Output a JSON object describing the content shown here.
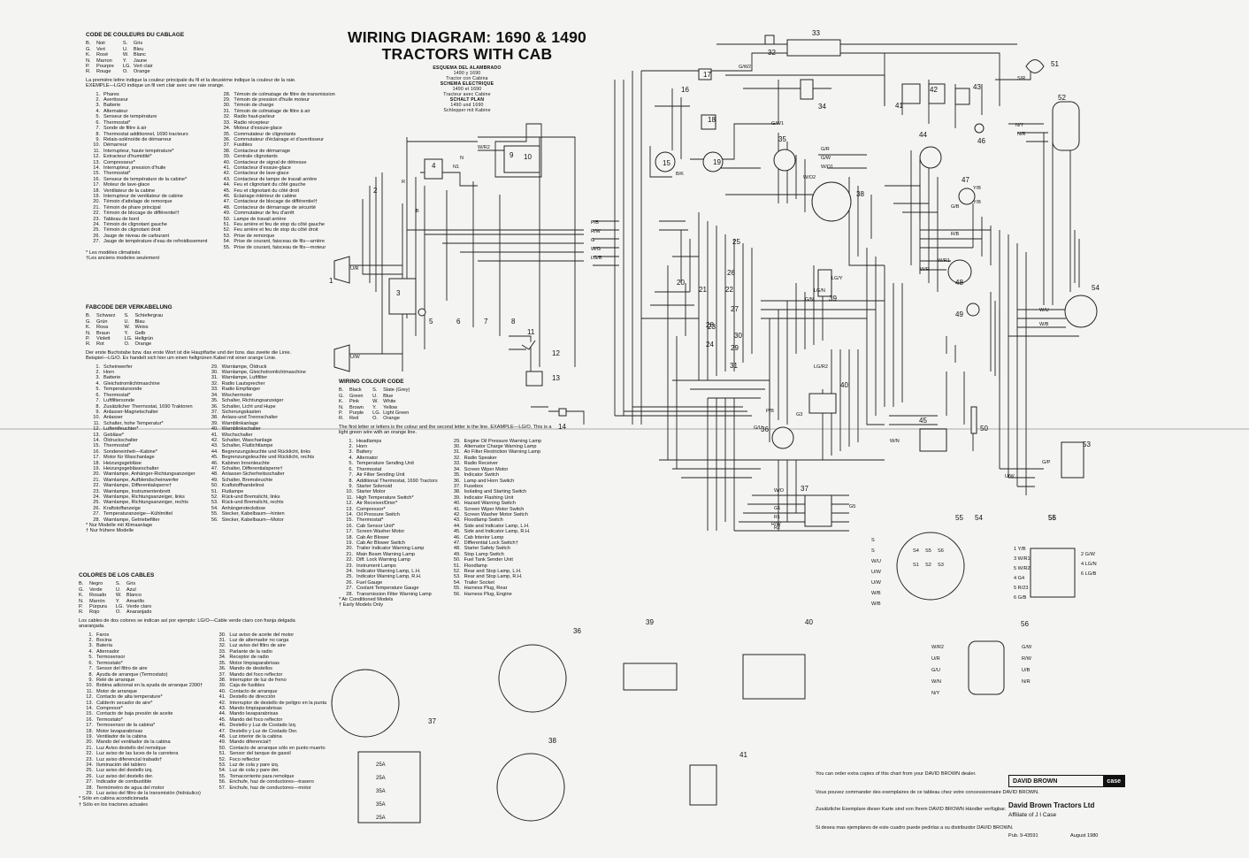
{
  "title": {
    "line1": "WIRING DIAGRAM: 1690 & 1490",
    "line2": "TRACTORS WITH CAB",
    "es_head": "ESQUEMA DEL ALAMBRADO",
    "es_sub1": "1490 y 1690",
    "es_sub2": "Tractor con Cabina",
    "fr_head": "SCHEMA ELECTRIQUE",
    "fr_sub1": "1490 et 1690",
    "fr_sub2": "Tracteur avec Cabine",
    "de_head": "SCHALT PLAN",
    "de_sub1": "1490 und 1690",
    "de_sub2": "Schlepper mit Kabine"
  },
  "french": {
    "heading": "CODE DE COULEURS DU CABLAGE",
    "colours_a": [
      [
        "B.",
        "Noir"
      ],
      [
        "G.",
        "Vert"
      ],
      [
        "K.",
        "Rosé"
      ],
      [
        "N.",
        "Marron"
      ],
      [
        "P.",
        "Pourpre"
      ],
      [
        "R.",
        "Rouge"
      ]
    ],
    "colours_b": [
      [
        "S.",
        "Gris"
      ],
      [
        "U.",
        "Bleu"
      ],
      [
        "W.",
        "Blanc"
      ],
      [
        "Y.",
        "Jaune"
      ],
      [
        "LG.",
        "Vert clair"
      ],
      [
        "O.",
        "Orange"
      ]
    ],
    "note": "La première lettre indique la couleur principale du fil et la deuxième indique la couleur de la raie. EXEMPLE—LG/O indique un fil vert clair avec une raie orange.",
    "items_a": [
      "Phares",
      "Avertisseur",
      "Batterie",
      "Alternateur",
      "Senseur de température",
      "Thermostat*",
      "Sonde de filtre à air",
      "Thermostat additionnel, 1690 tracteurs",
      "Relais-solénoïde de démarreur",
      "Démarreur",
      "Interrupteur, haute température*",
      "Extracteur d'humidité*",
      "Compresseur*",
      "Interrupteur, pression d'huile",
      "Thermostat*",
      "Senseur de température de la cabine*",
      "Moteur de lave-glace",
      "Ventilateur de la cabine",
      "Interrupteur de ventilateur de cabine",
      "Témoin d'attelage de remorque",
      "Témoin de phare principal",
      "Témoin de blocage de différentiel†",
      "Tableau de bord",
      "Témoin de clignotant gauche",
      "Témoin de clignotant droit",
      "Jauge de niveau de carburant",
      "Jauge de température d'eau de refroidissement"
    ],
    "items_b": [
      "Témoin de colmatage de filtre de transmission",
      "Témoin de pression d'huile moteur",
      "Témoin de charge",
      "Témoin de colmatage de filtre à air",
      "Radio haut-parleur",
      "Radio récepteur",
      "Moteur d'essuie-glace",
      "Commutateur de clignotants",
      "Commutateur d'éclairage et d'avertisseur",
      "Fusibles",
      "Contacteur de démarrage",
      "Centrale clignotants",
      "Contacteur de signal de détresse",
      "Contacteur d'essuie-glace",
      "Contacteur de lave-glace",
      "Contacteur de lampe de travail arrière",
      "Feu et clignotant du côté gauche",
      "Feu et clignotant du côté droit",
      "Eclairage intérieur de cabine",
      "Contacteur de blocage de différentiel†",
      "Contacteur de démarrage de sécurité",
      "Commutateur de feu d'arrêt",
      "Lampe de travail arrière",
      "Feu arrière et feu de stop du côté gauche",
      "Feu arrière et feu de stop du côté droit",
      "Prise de remorque",
      "Prise de courant, faisceau de fils—arrière",
      "Prise de courant, faisceau de fils—moteur"
    ],
    "foot1": "* Les modèles climatisés",
    "foot2": "†Les anciens modeles seulement"
  },
  "german": {
    "heading": "FABCODE DER VERKABELUNG",
    "colours_a": [
      [
        "B.",
        "Schwarz"
      ],
      [
        "G.",
        "Grün"
      ],
      [
        "K.",
        "Rosa"
      ],
      [
        "N.",
        "Braun"
      ],
      [
        "P.",
        "Violett"
      ],
      [
        "R.",
        "Rot"
      ]
    ],
    "colours_b": [
      [
        "S.",
        "Schiefergrau"
      ],
      [
        "U.",
        "Blau"
      ],
      [
        "W.",
        "Weiss"
      ],
      [
        "Y.",
        "Gelb"
      ],
      [
        "LG.",
        "Hellgrün"
      ],
      [
        "O.",
        "Orange"
      ]
    ],
    "note": "Der erste Buchstabe bzw. das erste Wort ist die Hauptfarbe und der bzw. das zweite die Linie. Beispiel—LG/O. Es handelt sich hier um einen hellgrünen Kabel mit einer orange Linie.",
    "items_a": [
      "Scheinwerfer",
      "Horn",
      "Batterie",
      "Gleichstromlichtmaschine",
      "Temperatursonde",
      "Thermostat*",
      "Luftfiltersonde",
      "Zusätzlicher Thermostat, 1690 Traktoren",
      "Anlasser-Magnetschalter",
      "Anlasser",
      "Schalter, hohe Temperatur*",
      "Luftentfeuchter*",
      "Gebläse*",
      "Öldruckschalter",
      "Thermostat*",
      "Sondeneinheit—Kabine*",
      "Motor für Waschanlage",
      "Heizungsgebläse",
      "Heizungsgebläseschalter",
      "Warnlampe, Anhänger-Richtungsanzeiger",
      "Warnlampe, Aufblendscheinwerfer",
      "Warnlampe, Differentialsperre†",
      "Warnlampe, Instrumentenbrett",
      "Warnlampe, Richtungsanzeiger, links",
      "Warnlampe, Richtungsanzeiger, rechts",
      "Kraftstoffanzeige",
      "Temperaturanzeige—Kühlmittel",
      "Warnlampe, Getriebefilter"
    ],
    "items_b": [
      "Warnlampe, Öldruck",
      "Warnlampe, Gleichstromlichtmaschine",
      "Warnlampe, Luftfilter",
      "Radio Lautsprecher",
      "Radio Empfänger",
      "Wischermotor",
      "Schalter, Richtungsanzeiger",
      "Schalter, Licht und Hupe",
      "Sicherungskasten",
      "Anlass-und Trennschalter",
      "Warnblinkanlage",
      "Warnblinkschalter",
      "Wischschalter",
      "Schalter, Waschanlage",
      "Schalter, Flutlichtlampe",
      "Begrenzungsleuchte und Rücklicht, links",
      "Begrenzungsleuchte und Rücklicht, rechts",
      "Kabinen Innenleuchte",
      "Schalter, Differentialsperre†",
      "Anlasser-Sicherheitsschalter",
      "Schalter, Bremsleuchte",
      "Kraftstoffhandelinst",
      "Flutlampe",
      "Rück-und Bremslicht, links",
      "Rück-und Bremslicht, rechts",
      "Anhängersteckdose",
      "Stecker, Kabelbaum—hinten",
      "Stecker, Kabelbaum—Motor"
    ],
    "foot1": "* Nur Modelle mit Klimaanlage",
    "foot2": "† Nur frühere Modelle"
  },
  "spanish": {
    "heading": "COLORES DE LOS CABLES",
    "colours_a": [
      [
        "B.",
        "Negro"
      ],
      [
        "G.",
        "Verde"
      ],
      [
        "K.",
        "Rosado"
      ],
      [
        "N.",
        "Marrón"
      ],
      [
        "P.",
        "Púrpura"
      ],
      [
        "R.",
        "Rojo"
      ]
    ],
    "colours_b": [
      [
        "S.",
        "Gris"
      ],
      [
        "U.",
        "Azul"
      ],
      [
        "W.",
        "Blanco"
      ],
      [
        "Y.",
        "Amarillo"
      ],
      [
        "LG.",
        "Verde claro"
      ],
      [
        "O.",
        "Anaranjado"
      ]
    ],
    "note": "Los cables de dos colores se indican así por ejemplo: LG/O—Cable verde claro con franja delgada anaranjada.",
    "items_a": [
      "Faros",
      "Bocina",
      "Batería",
      "Alternador",
      "Termosensor",
      "Termostato*",
      "Sensor del filtro de aire",
      "Ayuda de arranque (Termostato)",
      "Relé de arranque",
      "Bobina adicional en la ayuda de arranque 2390†",
      "Motor de arranque",
      "Contacto de alta temperature*",
      "Calderín secador de aire*",
      "Compresor*",
      "Contacto de baja presión de aceite",
      "Termostato*",
      "Termosensor de la cabina*",
      "Motor lavaparabrisas",
      "Ventilador de la cabina",
      "Mando del ventilador de la cabina",
      "Luz Aviso destello del remolque",
      "Luz aviso de las luces de la carretera",
      "Luz aviso diferencial trabado†",
      "Iluminación del tablero",
      "Luz aviso del destello izq.",
      "Luz aviso del destello der.",
      "Indicador de combustible",
      "Termómetro de agua del motor",
      "Luz aviso del filtro de la transmisión (hidráulico)"
    ],
    "items_b": [
      "Luz aviso de aceite del motor",
      "Luz de alternador no carga",
      "Luz aviso del filtro de aire",
      "Parlante de la radio",
      "Receptor de radio",
      "Motor limpiaparabrisas",
      "Mando de destellos",
      "Mando del foco reflector",
      "Interruptor de luz de freno",
      "Caja de fusibles",
      "Contacto de arranque",
      "Destello de dirección",
      "Interruptor de destello de peligro en la punta",
      "Mando limpiaparabrisas",
      "Mando lavaparabrisas",
      "Mando del foco reflector",
      "Destello y Luz de Costado Izq.",
      "Destello y Luz de Costado Der.",
      "Luz interior de la cabina",
      "Mando diferencial†",
      "Contacto de arranque sólo en punto muerto",
      "Sensor del tanque de gasoil",
      "Foco reflector",
      "Luz de cola y pare izq.",
      "Luz de cola y pare der.",
      "Tomacorriente para remolque",
      "Enchufe, haz de conductores—trasero",
      "Enchufe, haz de conductores—motor"
    ],
    "foot1": "* Sólo en cabina acondicionada",
    "foot2": "† Sólo en los tractores actuales"
  },
  "english": {
    "heading": "WIRING COLOUR CODE",
    "colours_a": [
      [
        "B.",
        "Black"
      ],
      [
        "G.",
        "Green"
      ],
      [
        "K.",
        "Pink"
      ],
      [
        "N.",
        "Brown"
      ],
      [
        "P.",
        "Purple"
      ],
      [
        "R.",
        "Red"
      ]
    ],
    "colours_b": [
      [
        "S.",
        "Slate (Grey)"
      ],
      [
        "U.",
        "Blue"
      ],
      [
        "W.",
        "White"
      ],
      [
        "Y.",
        "Yellow"
      ],
      [
        "LG.",
        "Light Green"
      ],
      [
        "O.",
        "Orange"
      ]
    ],
    "note": "The first letter or letters is the colour and the second letter is the line. EXAMPLE—LG/O. This is a light green wire with an orange line.",
    "items_a": [
      "Headlamps",
      "Horn",
      "Battery",
      "Alternator",
      "Temperature Sending Unit",
      "Thermostat",
      "Air Filter Sending Unit",
      "Additional Thermostat, 1690 Tractors",
      "Starter Solenoid",
      "Starter Motor",
      "High Temperature Switch*",
      "Air Receiver/Drier*",
      "Compressor*",
      "Oil Pressure Switch",
      "Thermostat*",
      "Cab Sensor Unit*",
      "Screen Washer Motor",
      "Cab Air Blower",
      "Cab Air Blower Switch",
      "Trailer Indicator Warning Lamp",
      "Main Beam Warning Lamp",
      "Diff. Lock Warning Lamp",
      "Instrument Lamps",
      "Indicator Warning Lamp, L.H.",
      "Indicator Warning Lamp, R.H.",
      "Fuel Gauge",
      "Coolant Temperature Gauge",
      "Transmission Filter Warning Lamp"
    ],
    "items_b": [
      "Engine Oil Pressure Warning Lamp",
      "Alternator Charge Warning Lamp",
      "Air Filter Restriction Warning Lamp",
      "Radio Speaker",
      "Radio Receiver",
      "Screen Wiper Motor",
      "Indicator Switch",
      "Lamp and Horn Switch",
      "Fusebox",
      "Isolating and Starting Switch",
      "Indicator Flashing Unit",
      "Hazard Warning Switch",
      "Screen Wiper Motor Switch",
      "Screen Washer Motor Switch",
      "Floodlamp Switch",
      "Side and Indicator Lamp, L.H.",
      "Side and Indicator Lamp, R.H.",
      "Cab Interior Lamp",
      "Differential Lock Switch†",
      "Starter Safety Switch",
      "Stop Lamp Switch",
      "Fuel Tank Sender Unit",
      "Floodlamp",
      "Rear and Stop Lamp, L.H.",
      "Rear and Stop Lamp, R.H.",
      "Trailer Socket",
      "Harness Plug, Rear",
      "Harness Plug, Engine"
    ],
    "foot1": "* Air Conditioned Models",
    "foot2": "† Early Models Only"
  },
  "diagram": {
    "component_numbers": [
      "1",
      "2",
      "3",
      "4",
      "5",
      "6",
      "7",
      "8",
      "9",
      "10",
      "11",
      "12",
      "13",
      "14",
      "15",
      "16",
      "17",
      "18",
      "19",
      "20",
      "21",
      "22",
      "23",
      "24",
      "25",
      "26",
      "27",
      "28",
      "29",
      "30",
      "31",
      "32",
      "33",
      "34",
      "35",
      "36",
      "37",
      "38",
      "39",
      "40",
      "41",
      "42",
      "43",
      "44",
      "45",
      "46",
      "47",
      "48",
      "49",
      "50",
      "51",
      "52",
      "53",
      "54",
      "55",
      "56"
    ],
    "wire_labels": [
      "R",
      "B",
      "W/R2",
      "N1",
      "N",
      "U/R",
      "U/W",
      "P/B",
      "R/W",
      "G",
      "W/G",
      "LG/B",
      "G/W2",
      "G/W1",
      "G/R",
      "G/W",
      "W/O1",
      "W/O2",
      "G/B",
      "R/B",
      "W/R1",
      "W/R",
      "W/U",
      "W/B",
      "Y/B",
      "G/P",
      "U/W",
      "LG/Y",
      "LG/N",
      "G/N",
      "Y/B",
      "B/K",
      "N/R",
      "N/Y",
      "S/R",
      "P/B",
      "G/U",
      "W/N",
      "R/W",
      "LG/R2",
      "G3",
      "G1",
      "G5",
      "R1",
      "R2",
      "W/O"
    ],
    "fuse_labels": [
      "25A",
      "25A",
      "35A",
      "35A",
      "25A"
    ],
    "plug54_labels": [
      "S",
      "S",
      "W/U",
      "U/W",
      "U/W",
      "W/B",
      "W/B",
      "S4",
      "S5",
      "S6",
      "S1",
      "S2",
      "S3"
    ],
    "plug55_labels": [
      "1 Y/B",
      "3 W/R1",
      "5 W/R2",
      "4 G4",
      "5 R/23",
      "6 G/B",
      "2 G/W",
      "4 LG/N",
      "6 LG/B"
    ],
    "plug56_labels": [
      "W/R2",
      "U/R",
      "G/U",
      "W/N",
      "N/Y",
      "G/W",
      "R/W",
      "U/B",
      "N/R"
    ],
    "part_labels": [
      "36",
      "37",
      "38",
      "39",
      "40",
      "41",
      "54",
      "55",
      "56"
    ]
  },
  "footer": {
    "en": "You can order extra copies of this chart from your DAVID BROWN dealer.",
    "fr": "Vous pouvez commander des exemplaires de ce tableau chez votre concessionnaire DAVID BROWN.",
    "de": "Zusätzliche Exemplare dieser Karte sind von Ihrem DAVID BROWN Händler verfügbar.",
    "es": "Si desea mas ejemplares de este cuadro puede pedirlas a su distribuidor DAVID BROWN.",
    "brand_a": "DAVID BROWN",
    "brand_b": "case",
    "company": "David Brown Tractors Ltd",
    "affiliate": "Affiliate of J I Case",
    "pub": "Pub. 9-43591",
    "date": "August 1980"
  }
}
